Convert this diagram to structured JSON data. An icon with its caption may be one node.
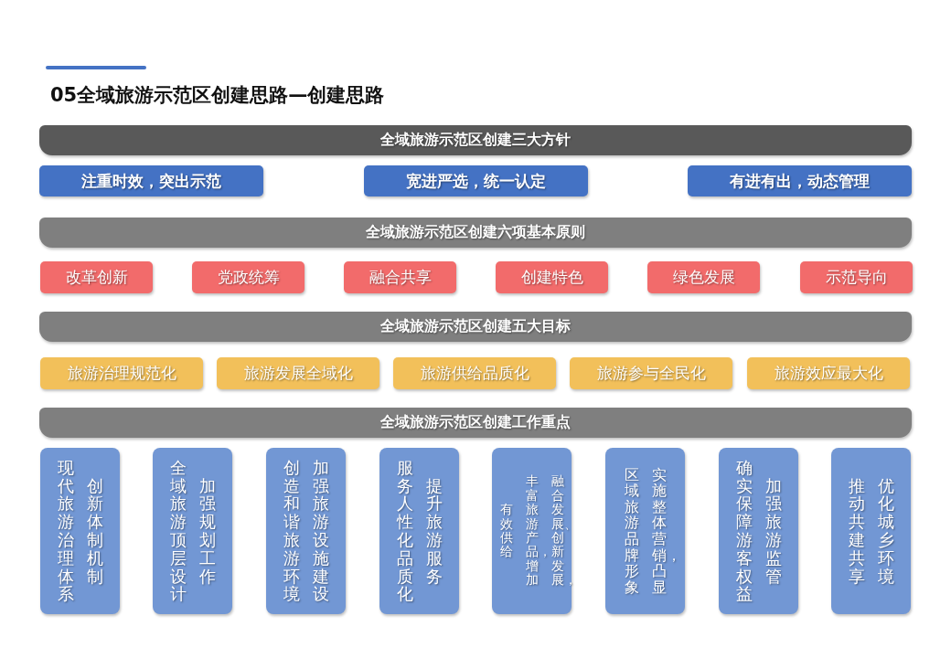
{
  "diagram": {
    "title": "05全域旅游示范区创建思路—创建思路",
    "nodes": [
      {
        "text": [
          "全域旅游示范区创建三大方针"
        ]
      },
      {
        "text": [
          "注重时效，突出示范"
        ]
      },
      {
        "text": [
          "宽进严选，统一认定"
        ]
      },
      {
        "text": [
          "有进有出，动态管理"
        ]
      },
      {
        "text": [
          "全域旅游示范区创建六项基本原则"
        ]
      },
      {
        "text": [
          "改革创新"
        ]
      },
      {
        "text": [
          "党政统筹"
        ]
      },
      {
        "text": [
          "融合共享"
        ]
      },
      {
        "text": [
          "创建特色"
        ]
      },
      {
        "text": [
          "绿色发展"
        ]
      },
      {
        "text": [
          "示范导向"
        ]
      },
      {
        "text": [
          "全域旅游示范区创建五大目标"
        ]
      },
      {
        "text": [
          "旅游治理规范化"
        ]
      },
      {
        "text": [
          "旅游发展全域化"
        ]
      },
      {
        "text": [
          "旅游供给品质化"
        ]
      },
      {
        "text": [
          "旅游参与全民化"
        ]
      },
      {
        "text": [
          "旅游效应最大化"
        ]
      },
      {
        "text": [
          "全域旅游示范区创建工作重点"
        ]
      },
      {
        "text": [
          "现代旅游治理体系",
          "创新体制机制"
        ]
      },
      {
        "text": [
          "全域旅游顶层设计",
          "加强规划工作"
        ]
      },
      {
        "text": [
          "创造和谐旅游环境",
          "加强旅游设施建设"
        ]
      },
      {
        "text": [
          "服务人性化品质化",
          "提升旅游服务"
        ]
      },
      {
        "text": [
          "有效供给",
          "丰富旅游产品，增加",
          "融合发展、创新发展，"
        ]
      },
      {
        "text": [
          "区域旅游品牌形象",
          "实施整体营销，凸显"
        ]
      },
      {
        "text": [
          "确实保障游客权益",
          "加强旅游监管"
        ]
      },
      {
        "text": [
          "推动共建共享",
          "优化城乡环境"
        ]
      }
    ]
  }
}
